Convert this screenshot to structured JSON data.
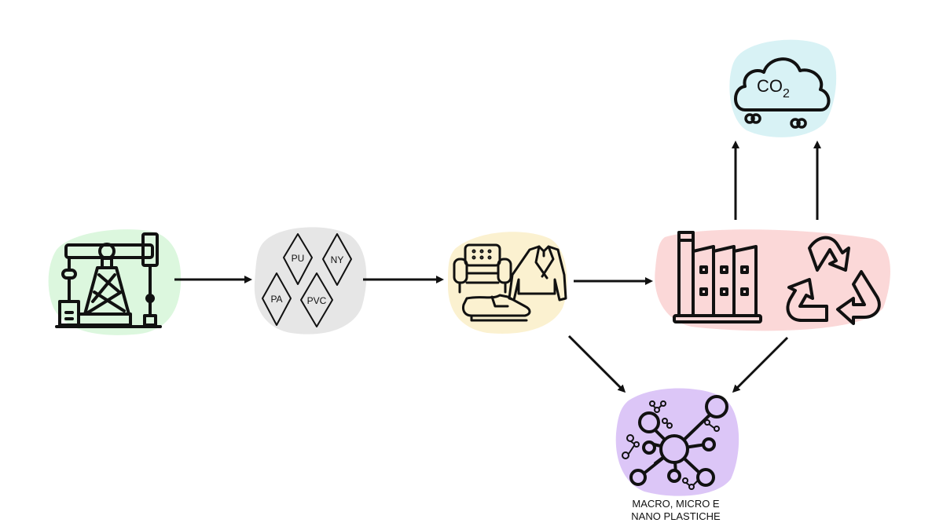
{
  "diagram": {
    "type": "flow",
    "nodes": [
      {
        "id": "oil-extraction",
        "icon": "oil-pump-icon",
        "blob_color": "#dcf7de"
      },
      {
        "id": "polymers",
        "icon": "polymer-diamonds-icon",
        "blob_color": "#e6e6e6",
        "labels": [
          "PU",
          "NY",
          "PA",
          "PVC"
        ]
      },
      {
        "id": "products",
        "icon": "consumer-products-icon",
        "blob_color": "#fbf1d0",
        "items": [
          "armchair-icon",
          "leather-jacket-icon",
          "loafer-shoe-icon"
        ]
      },
      {
        "id": "end-of-life",
        "icon": "factory-recycle-icon",
        "blob_color": "#fbd8d8",
        "items": [
          "factory-icon",
          "recycle-icon"
        ]
      },
      {
        "id": "emissions",
        "icon": "co2-cloud-icon",
        "blob_color": "#d8f2f5",
        "label": "CO2"
      },
      {
        "id": "plastics",
        "icon": "molecule-network-icon",
        "blob_color": "#dcc6f7",
        "caption_line1": "MACRO, MICRO E",
        "caption_line2": "NANO PLASTICHE"
      }
    ],
    "edges": [
      {
        "from": "oil-extraction",
        "to": "polymers"
      },
      {
        "from": "polymers",
        "to": "products"
      },
      {
        "from": "products",
        "to": "end-of-life"
      },
      {
        "from": "products",
        "to": "plastics"
      },
      {
        "from": "end-of-life",
        "to": "plastics"
      },
      {
        "from": "factory",
        "to": "emissions"
      },
      {
        "from": "recycle",
        "to": "emissions"
      }
    ]
  }
}
